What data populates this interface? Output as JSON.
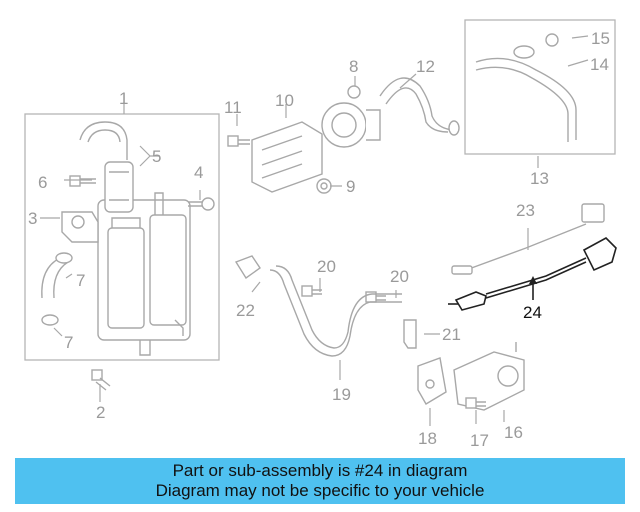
{
  "callouts": [
    "1",
    "2",
    "3",
    "4",
    "5",
    "6",
    "7",
    "7",
    "8",
    "9",
    "10",
    "11",
    "12",
    "13",
    "14",
    "15",
    "16",
    "17",
    "18",
    "19",
    "20",
    "20",
    "21",
    "22",
    "23",
    "24"
  ],
  "highlighted_part": "24",
  "colors": {
    "banner": "#4fc1f0",
    "highlight": "#111111",
    "part_gray": "#a8a8a8"
  },
  "banner": {
    "line1": "Part or sub-assembly is #24 in diagram",
    "line2": "Diagram may not be specific to your vehicle"
  }
}
